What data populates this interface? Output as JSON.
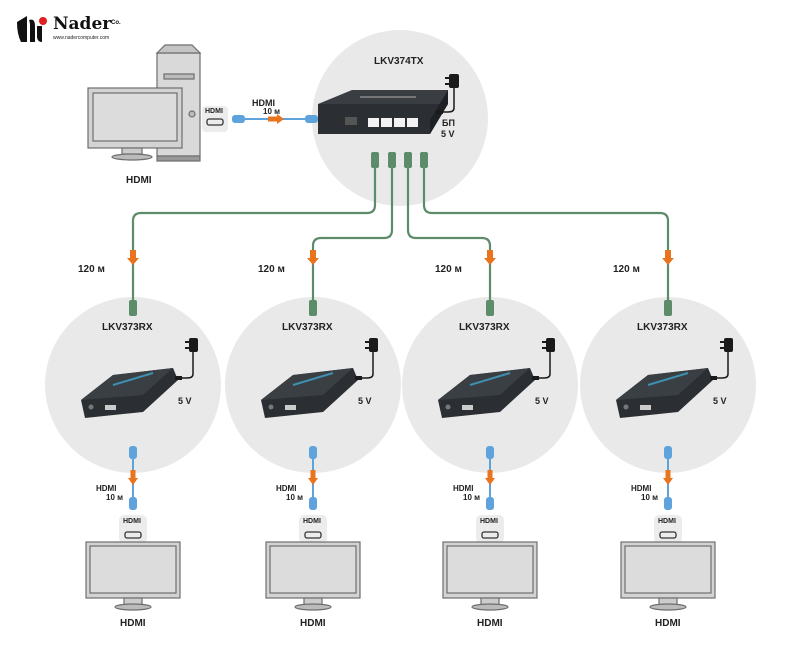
{
  "logo": {
    "name": "Nader",
    "suffix": "Co.",
    "url": "www.nadercomputer.com",
    "accent_color": "#e02020"
  },
  "colors": {
    "circle_bg": "#e9e9e9",
    "ethernet_cable": "#5d8c6a",
    "hdmi_cable": "#5fa3dc",
    "arrow": "#e8741e",
    "device_body": "#2b2f33",
    "monitor_frame": "#8a8a8a",
    "monitor_screen": "#d6d6d6"
  },
  "source": {
    "device_label": "HDMI",
    "port_label": "HDMI",
    "cable_type": "HDMI",
    "cable_length": "10 м"
  },
  "transmitter": {
    "model": "LKV374TX",
    "power_label": "БП",
    "voltage": "5 V"
  },
  "receivers": [
    {
      "model": "LKV373RX",
      "voltage": "5 V",
      "link_length": "120 м",
      "cable_type": "HDMI",
      "cable_length": "10 м",
      "port_label": "HDMI",
      "display_label": "HDMI"
    },
    {
      "model": "LKV373RX",
      "voltage": "5 V",
      "link_length": "120 м",
      "cable_type": "HDMI",
      "cable_length": "10 м",
      "port_label": "HDMI",
      "display_label": "HDMI"
    },
    {
      "model": "LKV373RX",
      "voltage": "5 V",
      "link_length": "120 м",
      "cable_type": "HDMI",
      "cable_length": "10 м",
      "port_label": "HDMI",
      "display_label": "HDMI"
    },
    {
      "model": "LKV373RX",
      "voltage": "5 V",
      "link_length": "120 м",
      "cable_type": "HDMI",
      "cable_length": "10 м",
      "port_label": "HDMI",
      "display_label": "HDMI"
    }
  ]
}
